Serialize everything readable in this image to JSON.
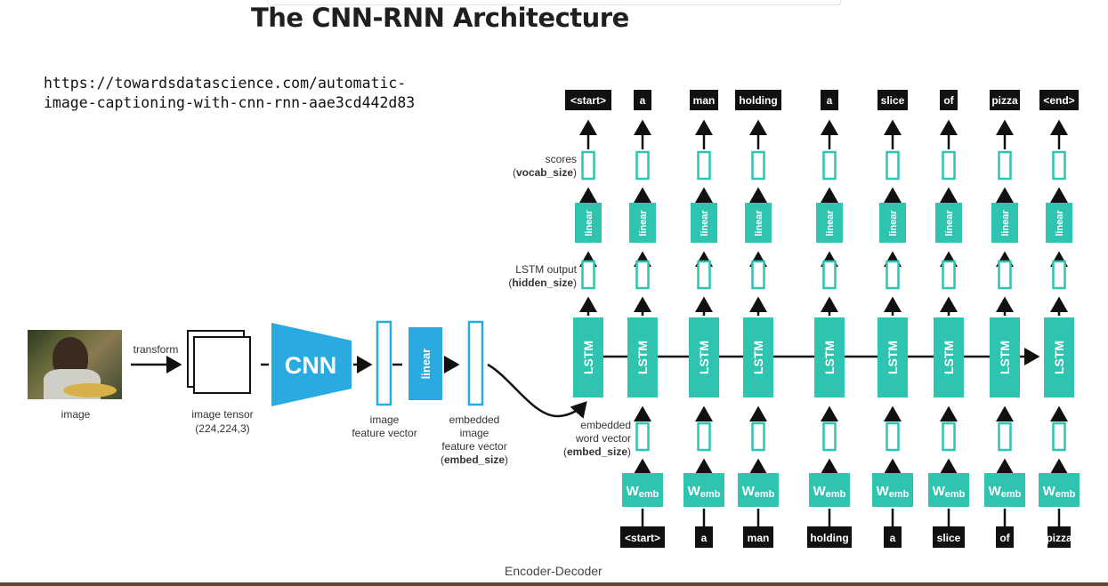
{
  "title": "The CNN-RNN Architecture",
  "url": {
    "line1": "https://towardsdatascience.com/automatic-",
    "line2": "image-captioning-with-cnn-rnn-aae3cd442d83"
  },
  "caption": "Encoder-Decoder",
  "colors": {
    "teal": "#2ec4b0",
    "cnn_blue": "#29aae1",
    "dark": "#111111"
  },
  "encoder": {
    "image_label": "image",
    "transform_label": "transform",
    "tensor_label": [
      "image tensor",
      "(224,224,3)"
    ],
    "cnn_label": "CNN",
    "feature_vector_label": [
      "image",
      "feature vector"
    ],
    "linear_label": "linear",
    "embedded_label": [
      "embedded",
      "image",
      "feature vector"
    ],
    "embed_size_label": "embed_size"
  },
  "decoder": {
    "scores_label": "scores",
    "vocab_size_label": "vocab_size",
    "lstm_output_label": "LSTM output",
    "hidden_size_label": "hidden_size",
    "embedded_word_label": [
      "embedded",
      "word vector"
    ],
    "embed_size_label": "embed_size",
    "lstm_label": "LSTM",
    "linear_label": "linear",
    "wemb_main": "W",
    "wemb_sub": "emb",
    "output_words": [
      "<start>",
      "a",
      "man",
      "holding",
      "a",
      "slice",
      "of",
      "pizza",
      "<end>"
    ],
    "input_words": [
      "<start>",
      "a",
      "man",
      "holding",
      "a",
      "slice",
      "of",
      "pizza"
    ]
  }
}
